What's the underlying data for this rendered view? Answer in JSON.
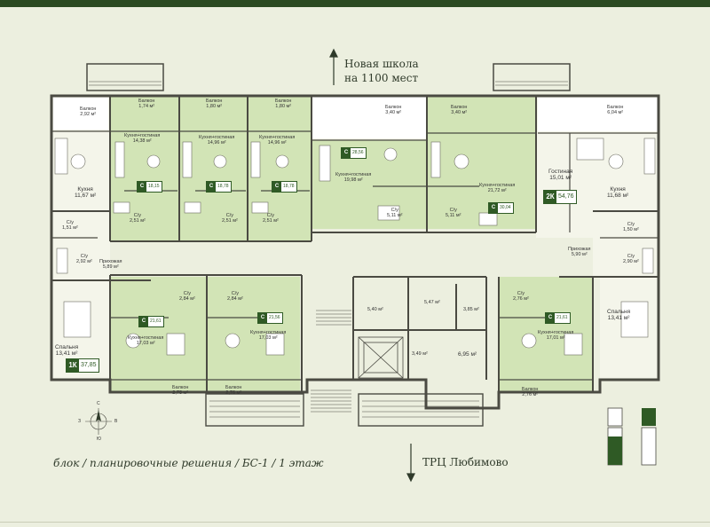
{
  "directions": {
    "top": "Новая школа\nна 1100 мест",
    "bottom": "ТРЦ Любимово"
  },
  "footer": "блок / планировочные решения / БС-1 / 1 этаж",
  "compass": {
    "n": "С",
    "s": "Ю",
    "e": "В",
    "w": "З"
  },
  "colors": {
    "accent": "#2f5a25",
    "highlight": "#d2e4b6",
    "wall": "#4a4a42",
    "background": "#ecefdf"
  },
  "rooms": {
    "balcony_tl": "Балкон\n2,92 м²",
    "kitchen_l": "Кухня\n11,67 м²",
    "bath_l1": "С/у\n1,51 м²",
    "bath_l2": "С/у\n2,92 м²",
    "hall_l": "Прихожая\n5,89 м²",
    "bedroom_l": "Спальня\n13,41 м²",
    "s1_balcony": "Балкон\n1,74 м²",
    "s1_kitchen": "Кухня+гостиная\n14,38 м²",
    "s1_bath": "С/у\n2,51 м²",
    "s2_balcony": "Балкон\n1,80 м²",
    "s2_kitchen": "Кухня+гостиная\n14,96 м²",
    "s2_bath": "С/у\n2,51 м²",
    "s3_balcony": "Балкон\n1,80 м²",
    "s3_kitchen": "Кухня+гостиная\n14,96 м²",
    "s3_bath": "С/у\n2,51 м²",
    "c1_balcony": "Балкон\n3,40 м²",
    "c1_kitchen": "Кухня+гостиная\n19,98 м²",
    "c1_bath": "С/у\n5,11 м²",
    "c2_balcony": "Балкон\n3,40 м²",
    "c2_kitchen": "Кухня+гостиная\n21,72 м²",
    "c2_bath": "С/у\n5,11 м²",
    "balcony_tr": "Балкон\n6,04 м²",
    "living_r": "Гостиная\n15,01 м²",
    "kitchen_r": "Кухня\n11,68 м²",
    "bath_r1": "С/у\n1,50 м²",
    "bath_r2": "С/у\n2,90 м²",
    "hall_r": "Прихожая\n5,90 м²",
    "bedroom_r": "Спальня\n13,41 м²",
    "b1_bath": "С/у\n2,84 м²",
    "b1_kitchen": "Кухня+гостиная\n17,03 м²",
    "b1_balcony": "Балкон\n2,78 м²",
    "b2_bath": "С/у\n2,84 м²",
    "b2_kitchen": "Кухня+гостиная\n17,03 м²",
    "b2_balcony": "Балкон\n2,76 м²",
    "core1": "5,40 м²",
    "core2": "5,47 м²",
    "core3": "3,85 м²",
    "core4": "3,49 м²",
    "core5": "6,95 м²",
    "b3_bath": "С/у\n2,76 м²",
    "b3_kitchen": "Кухня+гостиная\n17,01 м²",
    "b3_balcony": "Балкон\n2,76 м²"
  },
  "badges": [
    {
      "type": "С",
      "area": "18,15"
    },
    {
      "type": "С",
      "area": "18,78"
    },
    {
      "type": "С",
      "area": "18,78"
    },
    {
      "type": "С",
      "area": "28,56"
    },
    {
      "type": "С",
      "area": "30,04"
    },
    {
      "type": "2К",
      "area": "54,76"
    },
    {
      "type": "С",
      "area": "21,61"
    },
    {
      "type": "С",
      "area": "21,56"
    },
    {
      "type": "С",
      "area": "21,61"
    },
    {
      "type": "1К",
      "area": "37,85"
    }
  ]
}
